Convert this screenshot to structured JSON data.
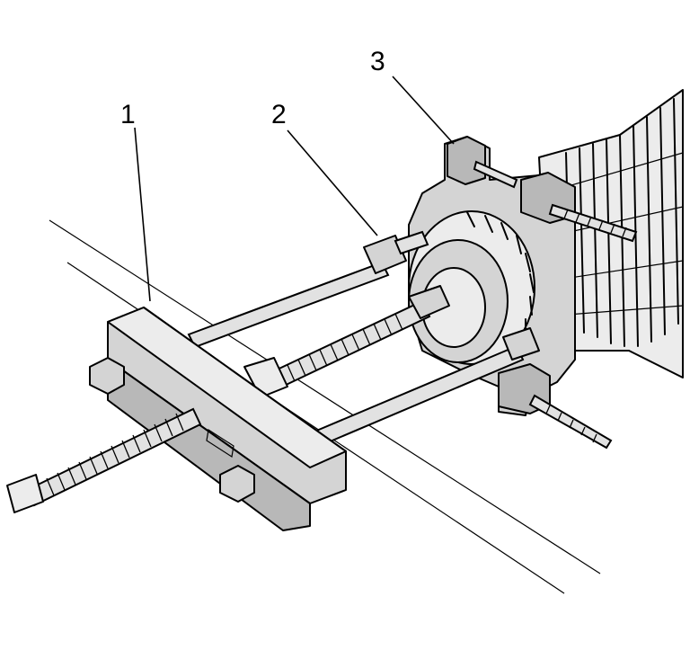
{
  "callouts": [
    {
      "id": "1",
      "label": "1",
      "part": "puller-crossbar"
    },
    {
      "id": "2",
      "label": "2",
      "part": "rod-nut"
    },
    {
      "id": "3",
      "label": "3",
      "part": "bearing-separator"
    }
  ],
  "colors": {
    "line": "#000000",
    "part_fill": "#d4d4d4",
    "part_shade": "#b8b8b8",
    "background": "#ffffff"
  }
}
